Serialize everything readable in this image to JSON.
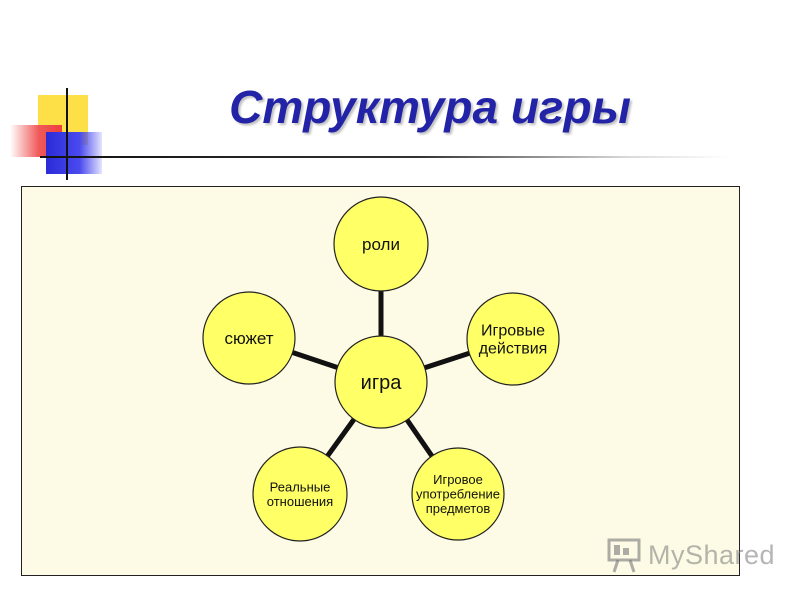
{
  "slide": {
    "title": "Структура игры",
    "colors": {
      "title": "#2323a8",
      "panel_background": "#fdfbe6",
      "node_fill": "#ffff66",
      "node_stroke": "#222222",
      "connector": "#111111",
      "accent_yellow": "#fde047",
      "accent_red": "#ef3e3e",
      "accent_blue": "#2b2bd8"
    }
  },
  "diagram": {
    "center": {
      "label": [
        "игра"
      ]
    },
    "satellites": [
      {
        "id": "roli",
        "label": [
          "роли"
        ]
      },
      {
        "id": "igrovye-deystviya",
        "label": [
          "Игровые",
          "действия"
        ]
      },
      {
        "id": "upotreblenie-predmetov",
        "label": [
          "Игровое",
          "употребление",
          "предметов"
        ]
      },
      {
        "id": "realnye-otnosheniya",
        "label": [
          "Реальные",
          "отношения"
        ]
      },
      {
        "id": "syuzhet",
        "label": [
          "сюжет"
        ]
      }
    ]
  },
  "watermark": {
    "text": "MyShared",
    "icon": "presentation-board-icon"
  }
}
